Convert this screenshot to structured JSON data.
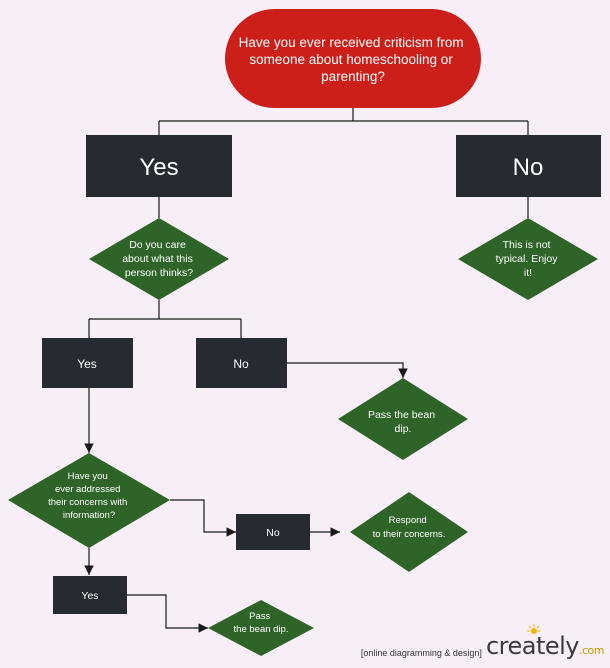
{
  "nodes": {
    "root": "Have you ever received criticism from someone about homeschooling or parenting?",
    "yes_main": "Yes",
    "no_main": "No",
    "q_care": "Do you care about what this person thinks?",
    "not_typical": "This is not typical.  Enjoy it!",
    "yes_care": "Yes",
    "no_care": "No",
    "pass_dip_1": "Pass the bean dip.",
    "q_addressed": "Have you ever addressed their concerns  with information?",
    "no_addressed": "No",
    "respond": "Respond to their  concerns.",
    "yes_addressed": "Yes",
    "pass_dip_2": "Pass the bean  dip."
  },
  "footer": {
    "note": "[online diagramming & design]",
    "brand": "creately",
    "brand_tld": ".com",
    "logo_icon": "sun-icon"
  },
  "colors": {
    "background": "#f7eef7",
    "root_fill": "#cc1f1a",
    "dark_box": "#262a33",
    "diamond": "#2e6427",
    "connector": "#1a1a1a"
  }
}
